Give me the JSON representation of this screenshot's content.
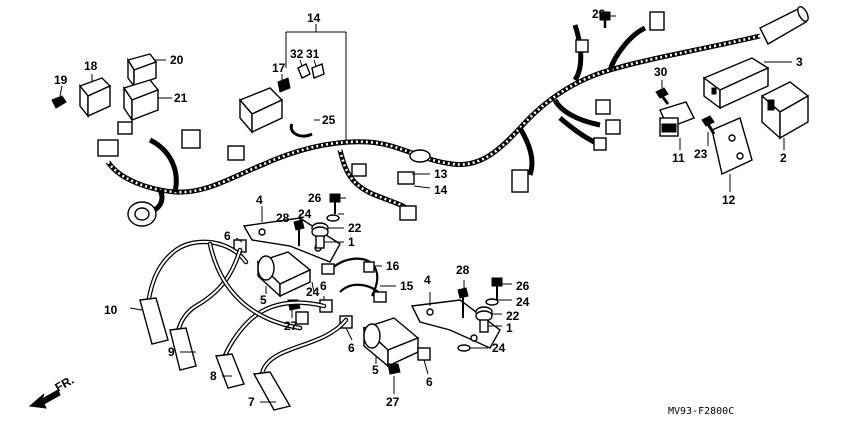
{
  "diagram": {
    "drawing_code": "MV93-F2800C",
    "direction_label": "FR.",
    "callouts": [
      {
        "id": "c29",
        "text": "29"
      },
      {
        "id": "c14top",
        "text": "14"
      },
      {
        "id": "c32",
        "text": "32"
      },
      {
        "id": "c31",
        "text": "31"
      },
      {
        "id": "c17",
        "text": "17"
      },
      {
        "id": "c20",
        "text": "20"
      },
      {
        "id": "c18",
        "text": "18"
      },
      {
        "id": "c19",
        "text": "19"
      },
      {
        "id": "c21",
        "text": "21"
      },
      {
        "id": "c25",
        "text": "25"
      },
      {
        "id": "c3",
        "text": "3"
      },
      {
        "id": "c30",
        "text": "30"
      },
      {
        "id": "c11",
        "text": "11"
      },
      {
        "id": "c23",
        "text": "23"
      },
      {
        "id": "c2",
        "text": "2"
      },
      {
        "id": "c12",
        "text": "12"
      },
      {
        "id": "c13",
        "text": "13"
      },
      {
        "id": "c14mid",
        "text": "14"
      },
      {
        "id": "c4a",
        "text": "4"
      },
      {
        "id": "c26a",
        "text": "26"
      },
      {
        "id": "c24a",
        "text": "24"
      },
      {
        "id": "c28a",
        "text": "28"
      },
      {
        "id": "c22a",
        "text": "22"
      },
      {
        "id": "c1a",
        "text": "1"
      },
      {
        "id": "c6a",
        "text": "6"
      },
      {
        "id": "c16",
        "text": "16"
      },
      {
        "id": "c15",
        "text": "15"
      },
      {
        "id": "c5a",
        "text": "5"
      },
      {
        "id": "c24b",
        "text": "24"
      },
      {
        "id": "c6b",
        "text": "6"
      },
      {
        "id": "c10",
        "text": "10"
      },
      {
        "id": "c27a",
        "text": "27"
      },
      {
        "id": "c4b",
        "text": "4"
      },
      {
        "id": "c28b",
        "text": "28"
      },
      {
        "id": "c26b",
        "text": "26"
      },
      {
        "id": "c24c",
        "text": "24"
      },
      {
        "id": "c22b",
        "text": "22"
      },
      {
        "id": "c1b",
        "text": "1"
      },
      {
        "id": "c24d",
        "text": "24"
      },
      {
        "id": "c9",
        "text": "9"
      },
      {
        "id": "c6c",
        "text": "6"
      },
      {
        "id": "c5b",
        "text": "5"
      },
      {
        "id": "c6d",
        "text": "6"
      },
      {
        "id": "c8",
        "text": "8"
      },
      {
        "id": "c7",
        "text": "7"
      },
      {
        "id": "c27b",
        "text": "27"
      }
    ]
  }
}
